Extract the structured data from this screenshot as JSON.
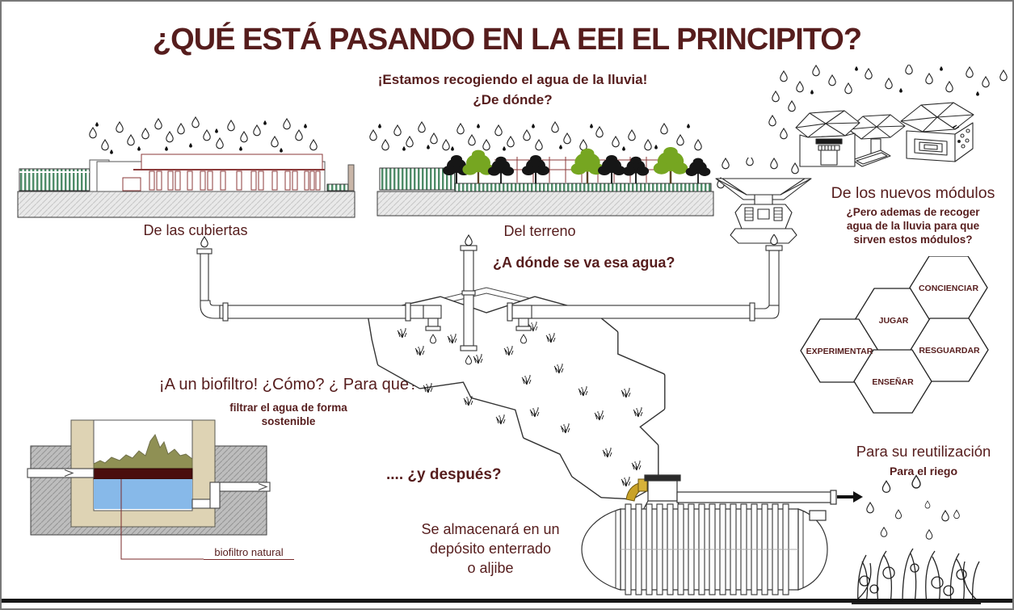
{
  "title": "¿QUÉ ESTÁ PASANDO EN LA EEI EL PRINCIPITO?",
  "intro": {
    "line1": "¡Estamos recogiendo el agua de la lluvia!",
    "line2": "¿De dónde?"
  },
  "sources": {
    "roofs_label": "De las cubiertas",
    "terrain_label": "Del terreno",
    "modules_heading": "De los nuevos módulos",
    "modules_question": "¿Pero ademas de recoger\nagua de la lluvia para que\nsirven estos módulos?"
  },
  "flow": {
    "where_question": "¿A dónde se va esa agua?",
    "biofilter_heading": "¡A un biofiltro! ¿Cómo? ¿ Para qué?",
    "biofilter_sub": "filtrar el agua de forma\nsostenible",
    "biofilter_caption": "biofiltro natural",
    "after_question": ".... ¿y después?",
    "storage_text": "Se almacenará en un\ndepósito enterrado\no aljibe",
    "reuse_heading": "Para su reutilización",
    "reuse_sub": "Para el riego"
  },
  "hexagons": {
    "items": [
      {
        "label": "JUGAR"
      },
      {
        "label": "CONCIENCIAR"
      },
      {
        "label": "EXPERIMENTAR"
      },
      {
        "label": "RESGUARDAR"
      },
      {
        "label": "ENSEÑAR"
      }
    ]
  },
  "colors": {
    "text_maroon": "#561d1d",
    "drawing_red": "#8b3a3a",
    "fence_green": "#4e8c68",
    "tree_green": "#76a621",
    "water_blue": "#87b9e9",
    "soil_olive": "#8f9054",
    "filter_dark": "#4a0d0d",
    "sand_tan": "#ded3b4",
    "pipe_gold": "#c9a227"
  }
}
